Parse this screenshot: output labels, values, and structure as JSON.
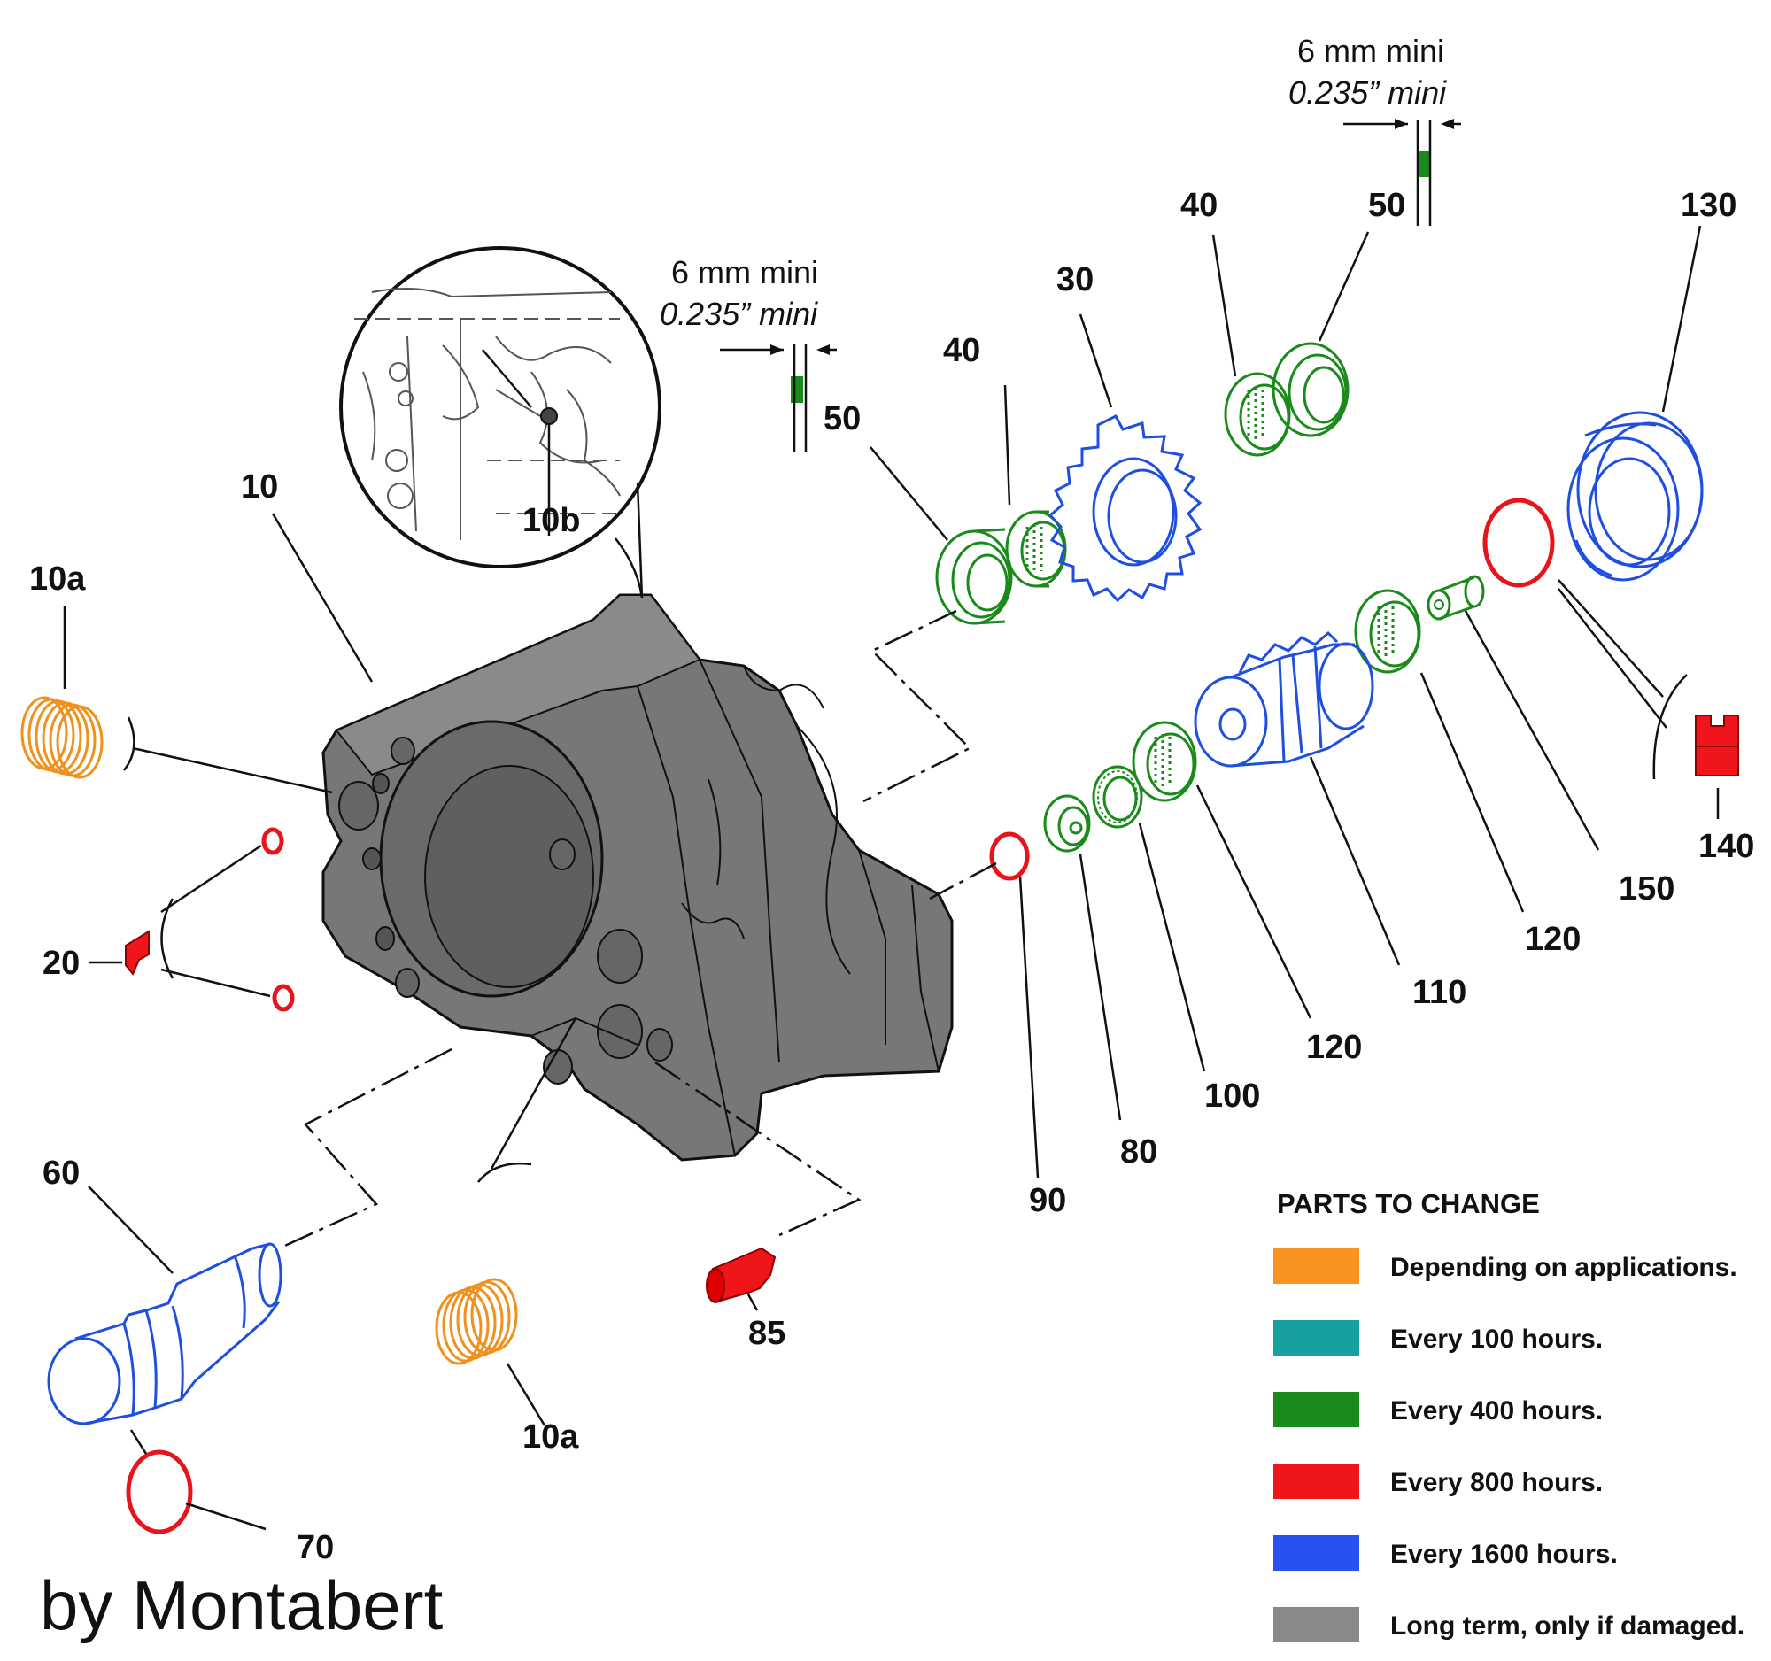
{
  "labels": {
    "p10": "10",
    "p10a_top": "10a",
    "p10a_bottom": "10a",
    "p10b": "10b",
    "p20": "20",
    "p30": "30",
    "p40_left": "40",
    "p40_right": "40",
    "p50_left": "50",
    "p50_right": "50",
    "p60": "60",
    "p70": "70",
    "p80": "80",
    "p85": "85",
    "p90": "90",
    "p100": "100",
    "p110": "110",
    "p120_a": "120",
    "p120_b": "120",
    "p130": "130",
    "p140": "140",
    "p150": "150"
  },
  "dimensions": {
    "left": {
      "metric": "6 mm mini",
      "imperial": "0.235” mini"
    },
    "right": {
      "metric": "6 mm mini",
      "imperial": "0.235” mini"
    }
  },
  "legend": {
    "title": "PARTS TO CHANGE",
    "items": [
      {
        "color": "#f7931e",
        "label": "Depending on applications."
      },
      {
        "color": "#16a0a0",
        "label": "Every 100 hours."
      },
      {
        "color": "#1a8a1a",
        "label": "Every 400 hours."
      },
      {
        "color": "#f0141b",
        "label": "Every 800 hours."
      },
      {
        "color": "#2850f0",
        "label": "Every 1600 hours."
      },
      {
        "color": "#8a8a8a",
        "label": "Long term, only if damaged."
      }
    ]
  },
  "credit": "by Montabert",
  "colors": {
    "orange": "#f7931e",
    "green": "#1a8a1a",
    "red": "#e8141b",
    "blue": "#1f4fe0",
    "gray": "#7a7a7a",
    "dark": "#111111"
  }
}
